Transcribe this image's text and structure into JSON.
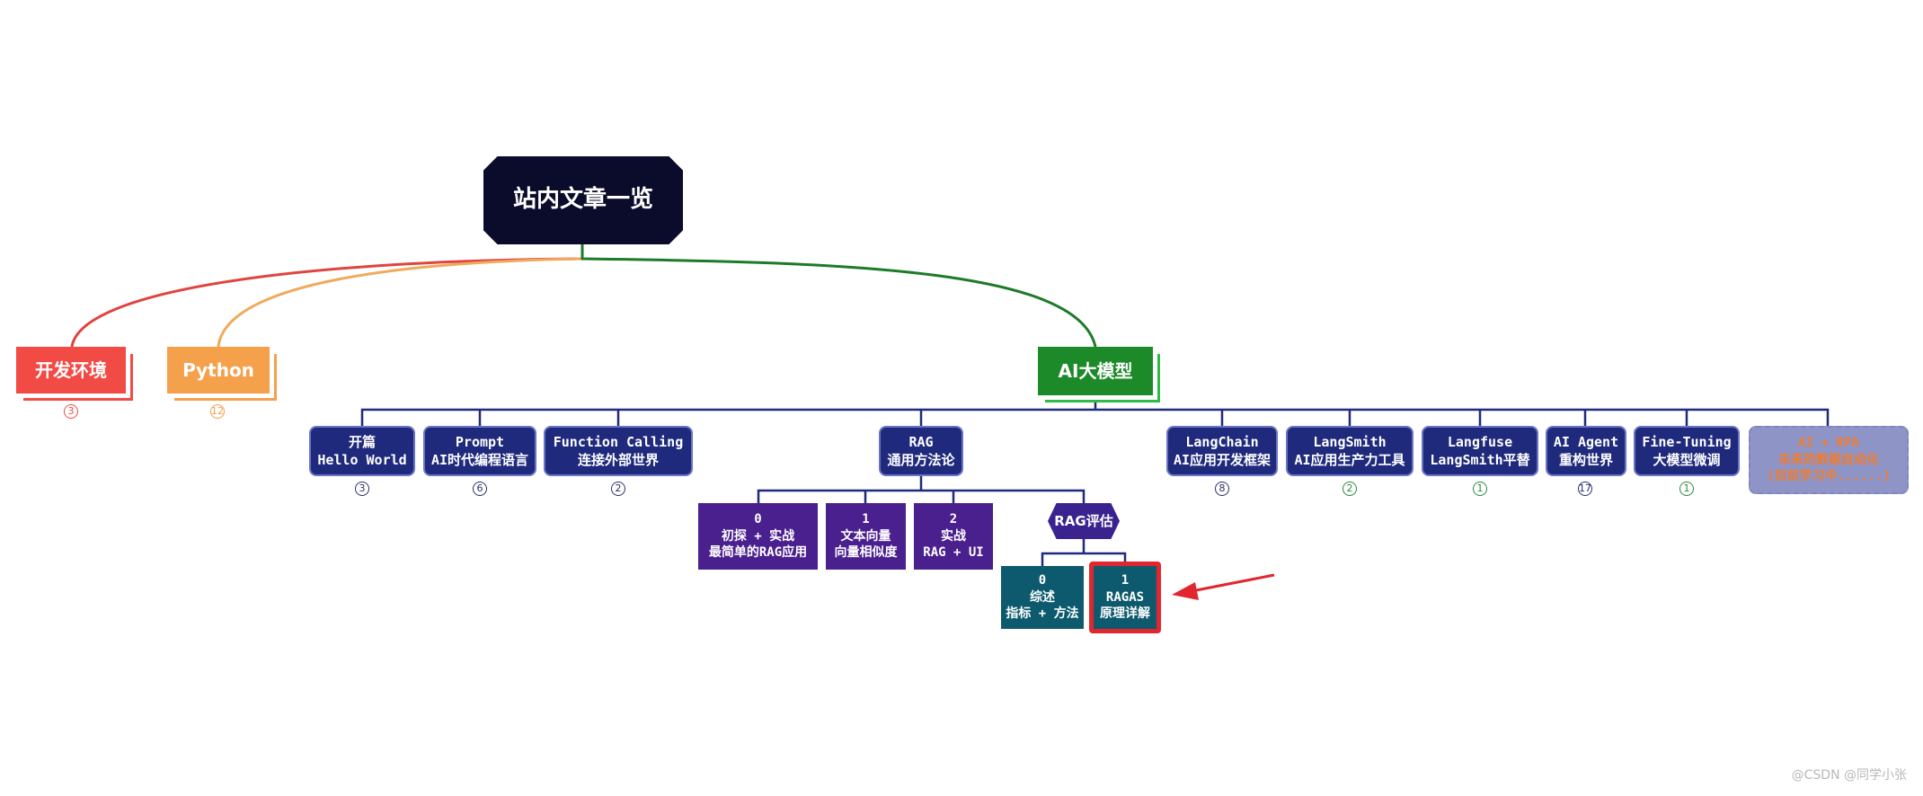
{
  "root": {
    "title": "站内文章一览"
  },
  "categories": [
    {
      "label": "开发环境",
      "count": "3",
      "color": "#f24a44"
    },
    {
      "label": "Python",
      "count": "12",
      "color": "#f5a04b"
    },
    {
      "label": "AI大模型",
      "color": "#1d8a2a"
    }
  ],
  "ai_children": [
    {
      "line1": "开篇",
      "line2": "Hello World",
      "count": "3"
    },
    {
      "line1": "Prompt",
      "line2": "AI时代编程语言",
      "count": "6"
    },
    {
      "line1": "Function Calling",
      "line2": "连接外部世界",
      "count": "2"
    },
    {
      "line1": "RAG",
      "line2": "通用方法论"
    },
    {
      "line1": "LangChain",
      "line2": "AI应用开发框架",
      "count": "8"
    },
    {
      "line1": "LangSmith",
      "line2": "AI应用生产力工具",
      "count": "2"
    },
    {
      "line1": "Langfuse",
      "line2": "LangSmith平替",
      "count": "1"
    },
    {
      "line1": "AI Agent",
      "line2": "重构世界",
      "count": "17"
    },
    {
      "line1": "Fine-Tuning",
      "line2": "大模型微调",
      "count": "1"
    }
  ],
  "future": {
    "line1": "AI + RPA",
    "line2": "未来的数据自动化",
    "line3": "(目前学习中......)"
  },
  "rag_children": [
    {
      "line1": "0",
      "line2": "初探 + 实战",
      "line3": "最简单的RAG应用"
    },
    {
      "line1": "1",
      "line2": "文本向量",
      "line3": "向量相似度"
    },
    {
      "line1": "2",
      "line2": "实战",
      "line3": "RAG + UI"
    }
  ],
  "rag_eval": {
    "label": "RAG评估",
    "children": [
      {
        "line1": "0",
        "line2": "综述",
        "line3": "指标 + 方法"
      },
      {
        "line1": "1",
        "line2": "RAGAS",
        "line3": "原理详解"
      }
    ]
  },
  "watermark": "@CSDN @同学小张",
  "colors": {
    "root": "#0b0b2b",
    "sub": "#1f2a7c",
    "rag_sub": "#4a1f8e",
    "eval": "#0d5a6e",
    "highlight": "#e2262f"
  }
}
